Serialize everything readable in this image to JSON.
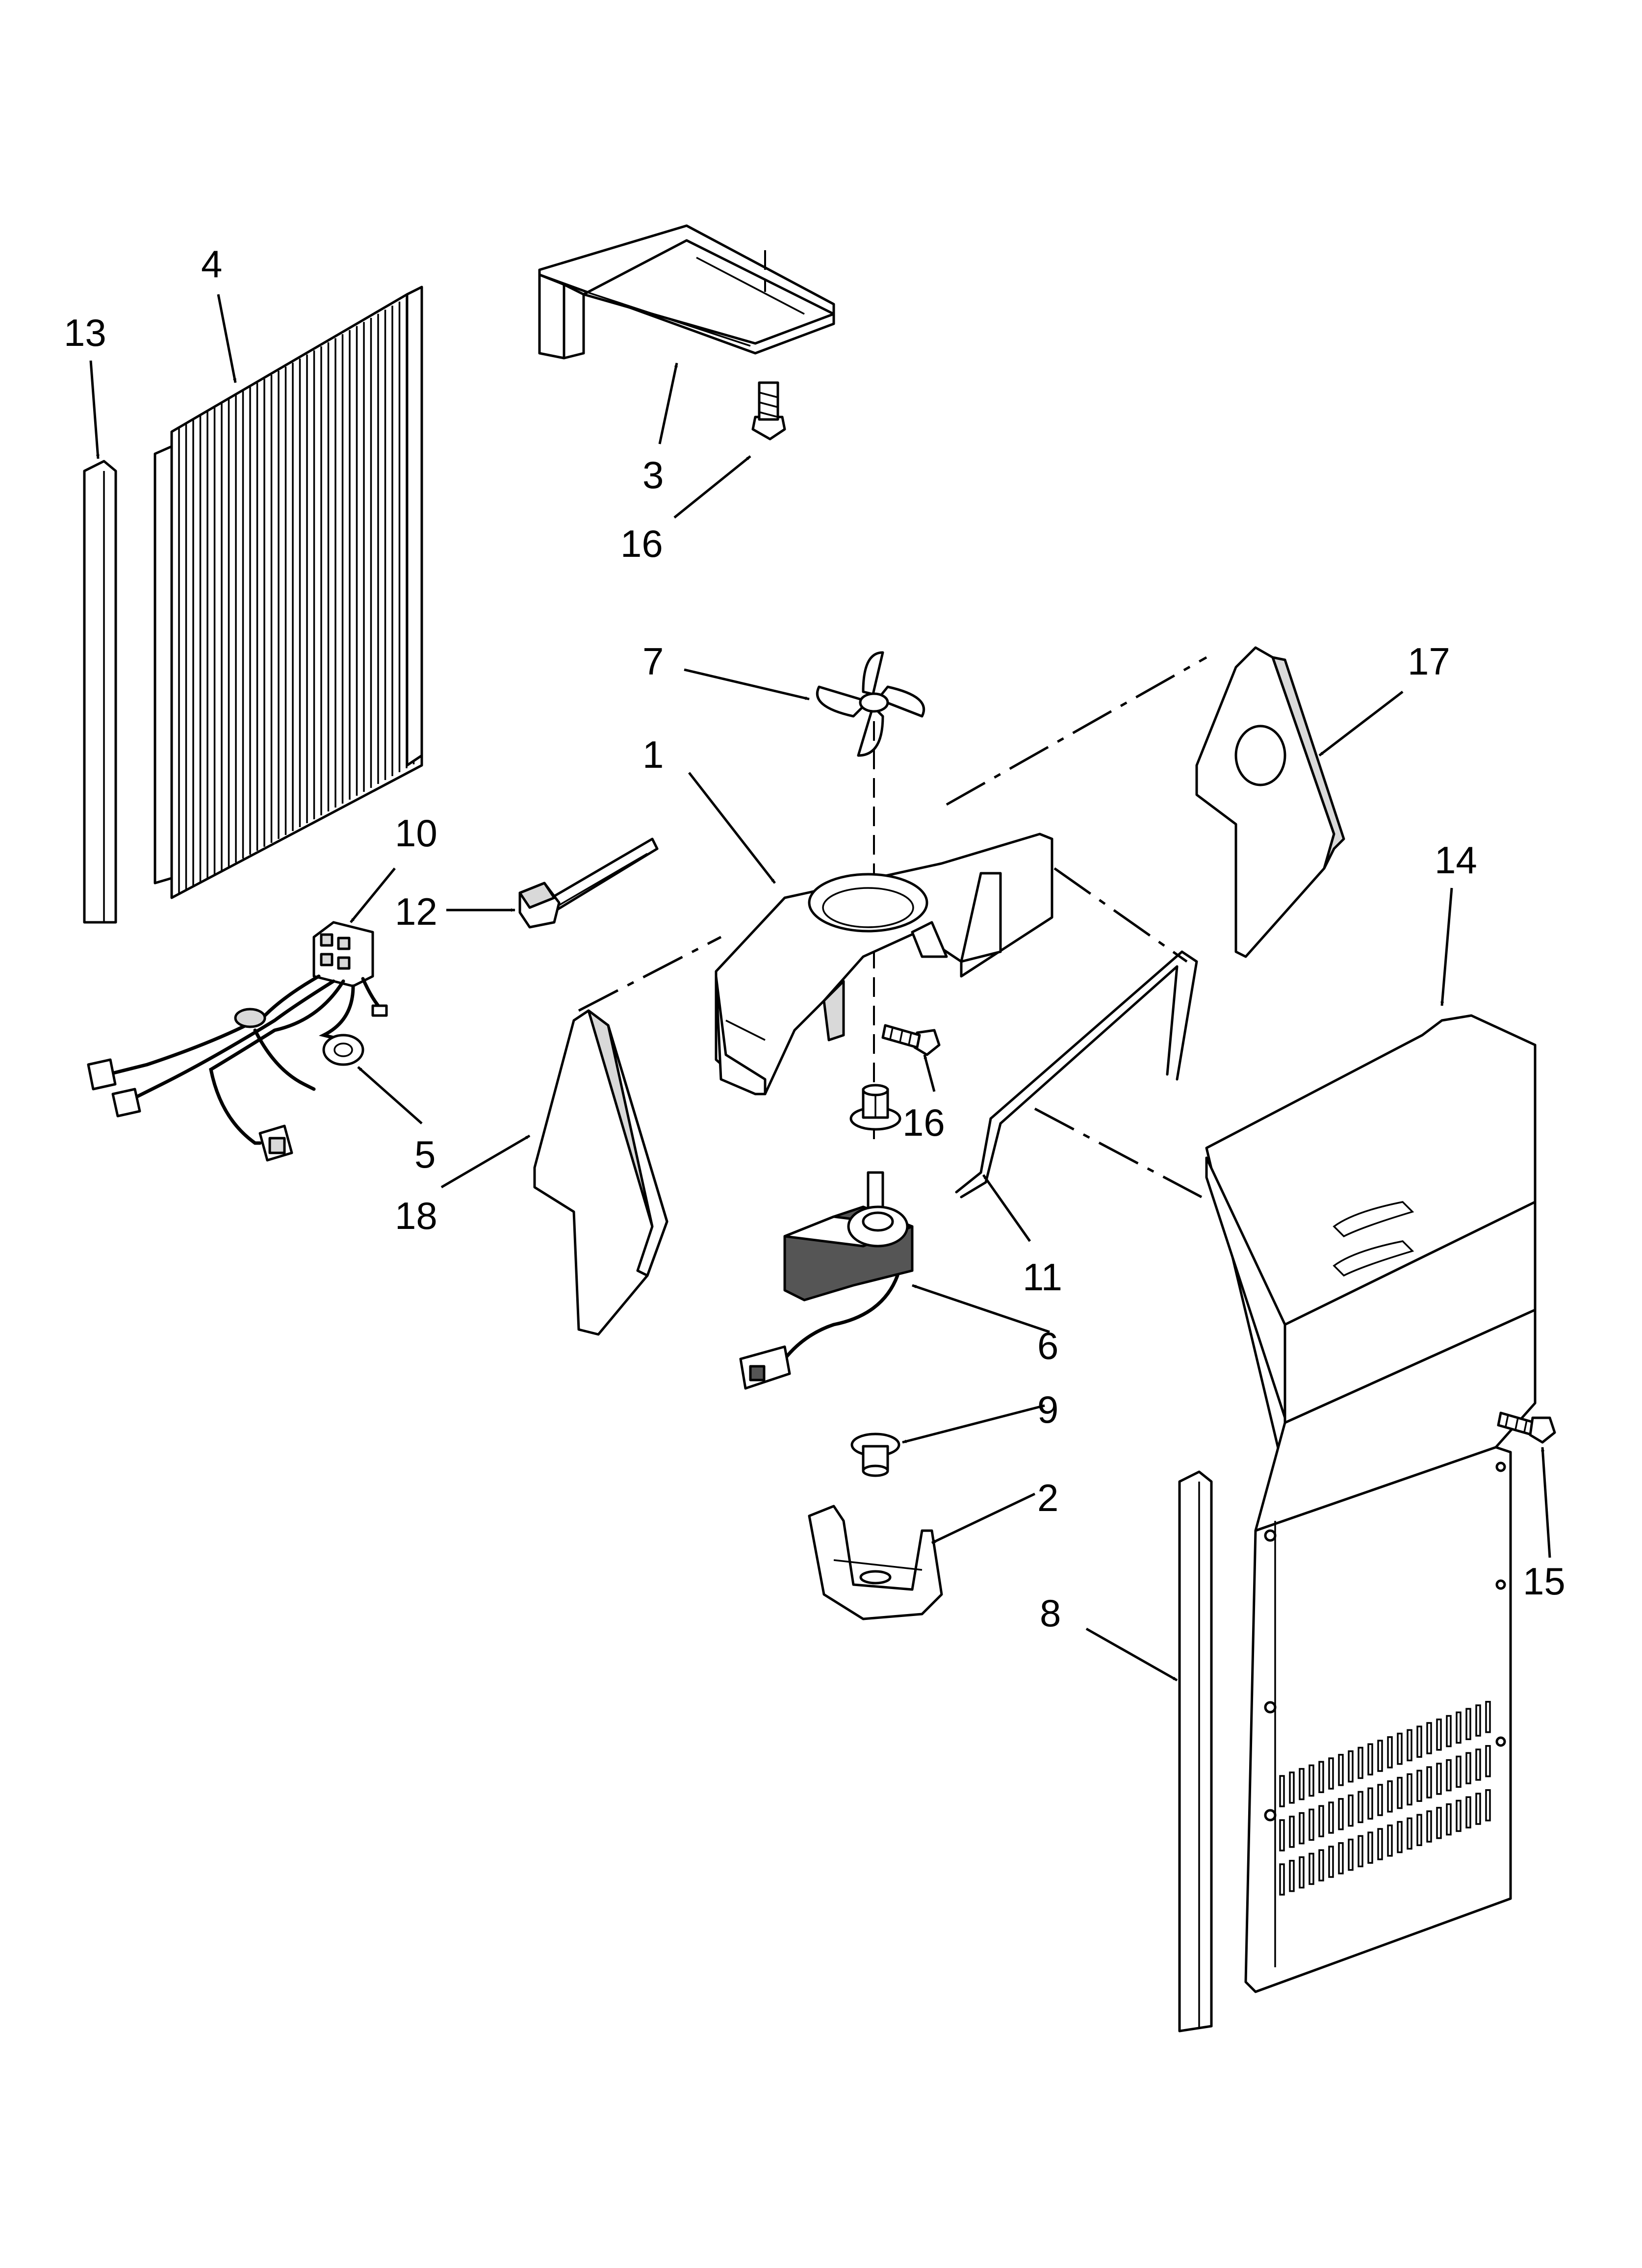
{
  "callouts": [
    {
      "id": "13",
      "label": "13"
    },
    {
      "id": "4",
      "label": "4"
    },
    {
      "id": "3",
      "label": "3"
    },
    {
      "id": "16a",
      "label": "16"
    },
    {
      "id": "7",
      "label": "7"
    },
    {
      "id": "17",
      "label": "17"
    },
    {
      "id": "1",
      "label": "1"
    },
    {
      "id": "10",
      "label": "10"
    },
    {
      "id": "12",
      "label": "12"
    },
    {
      "id": "14",
      "label": "14"
    },
    {
      "id": "5",
      "label": "5"
    },
    {
      "id": "18",
      "label": "18"
    },
    {
      "id": "16b",
      "label": "16"
    },
    {
      "id": "11",
      "label": "11"
    },
    {
      "id": "6",
      "label": "6"
    },
    {
      "id": "9",
      "label": "9"
    },
    {
      "id": "2",
      "label": "2"
    },
    {
      "id": "15",
      "label": "15"
    },
    {
      "id": "8",
      "label": "8"
    }
  ]
}
